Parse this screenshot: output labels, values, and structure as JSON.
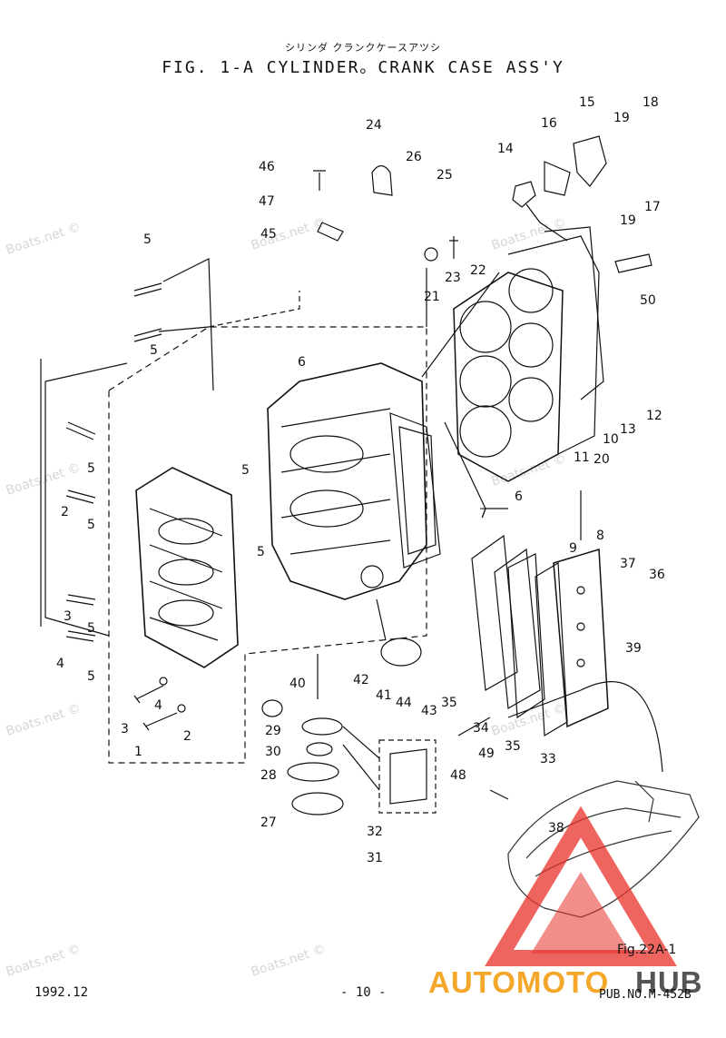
{
  "header": {
    "kana": "シリンダ クランクケースアツシ",
    "title": "FIG.  1-A CYLINDER。CRANK CASE ASS'Y"
  },
  "footer": {
    "date": "1992.12",
    "page": "- 10 -",
    "pub_no": "PUB.NO.M-452B"
  },
  "watermark": "Boats.net ©",
  "brand": {
    "part1": "AUTOMOTO",
    "part2": "HUB",
    "color1": "#f4a72a",
    "color2": "#555555",
    "triangle_color": "#e8322a"
  },
  "ref_label": "Fig.22A-1",
  "callouts": {
    "n1": "1",
    "n2": "2",
    "n3": "3",
    "n4": "4",
    "n5": "5",
    "n6": "6",
    "n7": "7",
    "n8": "8",
    "n9": "9",
    "n10": "10",
    "n11": "11",
    "n12": "12",
    "n13": "13",
    "n14": "14",
    "n15": "15",
    "n16": "16",
    "n17": "17",
    "n18": "18",
    "n19": "19",
    "n20": "20",
    "n21": "21",
    "n22": "22",
    "n23": "23",
    "n24": "24",
    "n25": "25",
    "n26": "26",
    "n27": "27",
    "n28": "28",
    "n29": "29",
    "n30": "30",
    "n31": "31",
    "n32": "32",
    "n33": "33",
    "n34": "34",
    "n35": "35",
    "n36": "36",
    "n37": "37",
    "n38": "38",
    "n39": "39",
    "n40": "40",
    "n41": "41",
    "n42": "42",
    "n43": "43",
    "n44": "44",
    "n45": "45",
    "n46": "46",
    "n47": "47",
    "n48": "48",
    "n49": "49",
    "n50": "50"
  }
}
